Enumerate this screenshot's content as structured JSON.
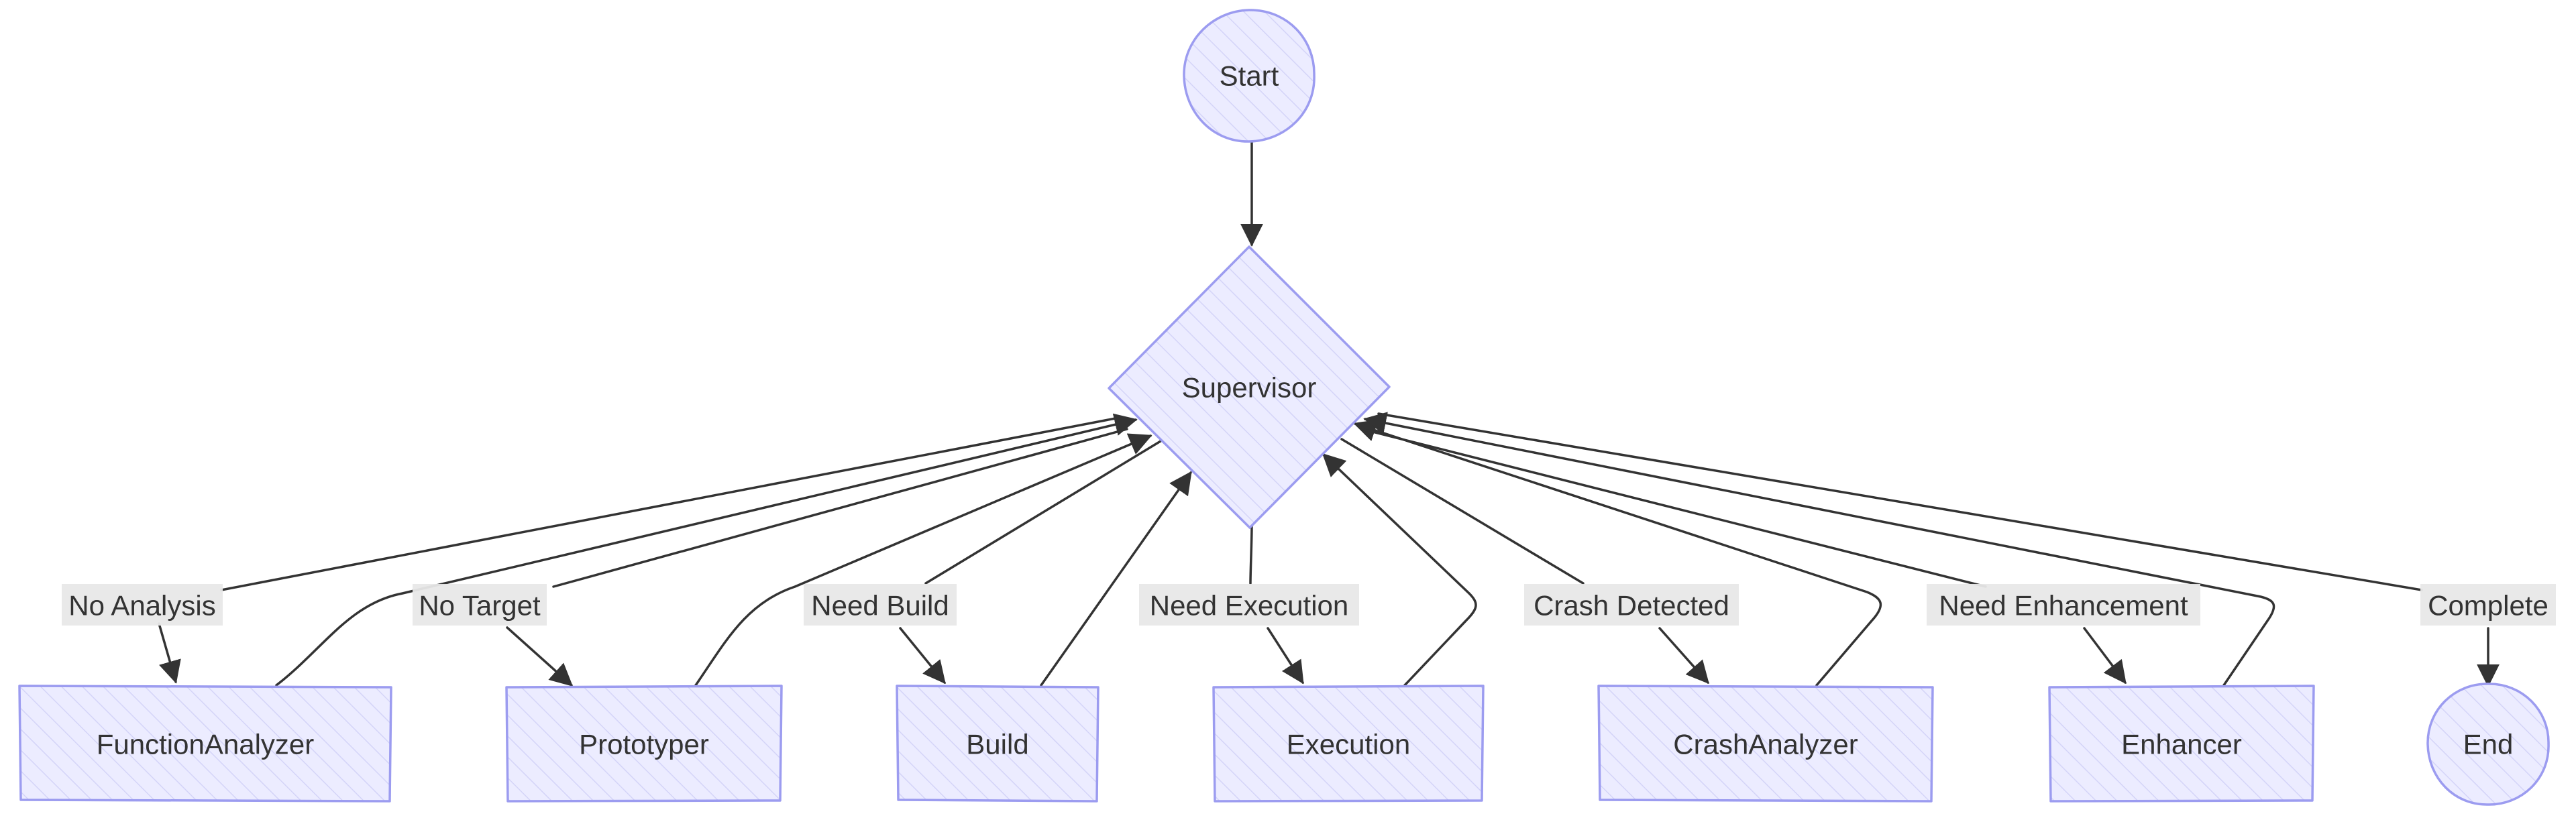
{
  "colors": {
    "node_fill": "#ececff",
    "node_hatch": "#d4d4f8",
    "node_stroke": "#9c9cf0",
    "edge": "#333333",
    "label_bg": "#e8e8e8",
    "text": "#333333"
  },
  "nodes": {
    "start": {
      "label": "Start",
      "shape": "circle"
    },
    "supervisor": {
      "label": "Supervisor",
      "shape": "diamond"
    },
    "function_analyzer": {
      "label": "FunctionAnalyzer",
      "shape": "rect"
    },
    "prototyper": {
      "label": "Prototyper",
      "shape": "rect"
    },
    "build": {
      "label": "Build",
      "shape": "rect"
    },
    "execution": {
      "label": "Execution",
      "shape": "rect"
    },
    "crash_analyzer": {
      "label": "CrashAnalyzer",
      "shape": "rect"
    },
    "enhancer": {
      "label": "Enhancer",
      "shape": "rect"
    },
    "end": {
      "label": "End",
      "shape": "circle"
    }
  },
  "edges": [
    {
      "from": "start",
      "to": "supervisor",
      "label": ""
    },
    {
      "from": "supervisor",
      "to": "function_analyzer",
      "label": "No Analysis"
    },
    {
      "from": "supervisor",
      "to": "prototyper",
      "label": "No Target"
    },
    {
      "from": "supervisor",
      "to": "build",
      "label": "Need Build"
    },
    {
      "from": "supervisor",
      "to": "execution",
      "label": "Need Execution"
    },
    {
      "from": "supervisor",
      "to": "crash_analyzer",
      "label": "Crash Detected"
    },
    {
      "from": "supervisor",
      "to": "enhancer",
      "label": "Need Enhancement"
    },
    {
      "from": "supervisor",
      "to": "end",
      "label": "Complete"
    },
    {
      "from": "function_analyzer",
      "to": "supervisor",
      "label": ""
    },
    {
      "from": "prototyper",
      "to": "supervisor",
      "label": ""
    },
    {
      "from": "build",
      "to": "supervisor",
      "label": ""
    },
    {
      "from": "execution",
      "to": "supervisor",
      "label": ""
    },
    {
      "from": "crash_analyzer",
      "to": "supervisor",
      "label": ""
    },
    {
      "from": "enhancer",
      "to": "supervisor",
      "label": ""
    }
  ]
}
